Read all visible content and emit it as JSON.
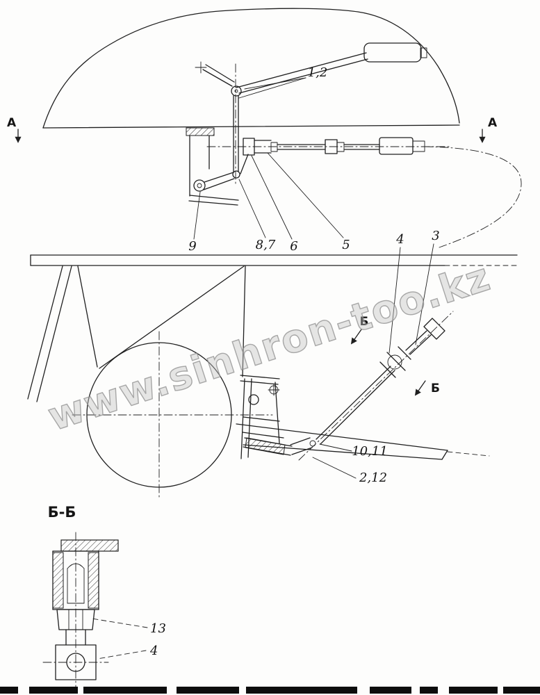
{
  "drawing": {
    "watermark": "www.sinhron-too.kz",
    "section_marks": {
      "a_left": "А",
      "a_right": "А",
      "b_upper": "Б",
      "b_lower": "Б"
    },
    "section_view_title": "Б-Б",
    "callouts": {
      "lever": "1,2",
      "c9": "9",
      "c87": "8,7",
      "c6": "6",
      "c5": "5",
      "c4": "4",
      "c3": "3",
      "c1011": "10,11",
      "c212": "2,12",
      "c13": "13",
      "c4_section": "4"
    }
  }
}
